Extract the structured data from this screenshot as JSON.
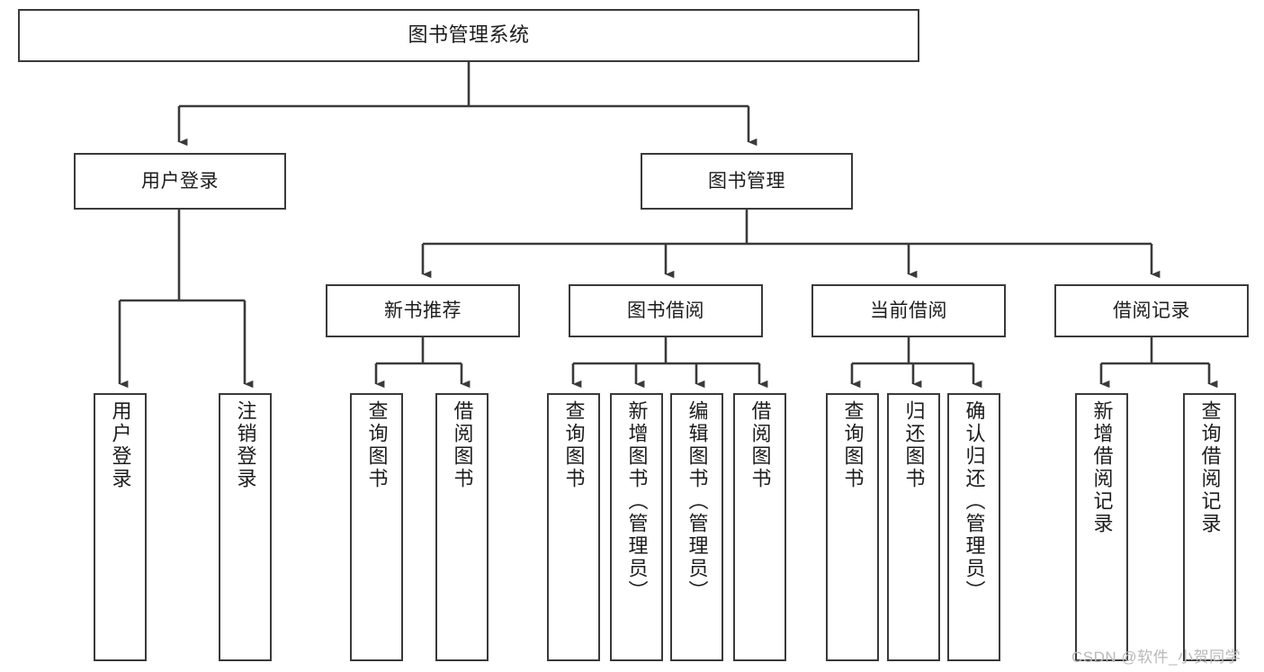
{
  "diagram": {
    "type": "tree-structure-chart",
    "title": "图书管理系统",
    "stroke_color": "#3a3a3a",
    "background_color": "#ffffff",
    "text_color": "#1d1d1d",
    "nodes": {
      "root": {
        "label": "图书管理系统"
      },
      "level2": [
        {
          "id": "user-login",
          "label": "用户登录"
        },
        {
          "id": "book-manage",
          "label": "图书管理"
        }
      ],
      "level3": [
        {
          "id": "new-book-recommend",
          "label": "新书推荐"
        },
        {
          "id": "book-borrow",
          "label": "图书借阅"
        },
        {
          "id": "current-borrow",
          "label": "当前借阅"
        },
        {
          "id": "borrow-record",
          "label": "借阅记录"
        }
      ],
      "leaves": {
        "user_login": [
          {
            "id": "leaf-user-login",
            "label": "用户登录"
          },
          {
            "id": "leaf-logout-login",
            "label": "注销登录"
          }
        ],
        "new_book_recommend": [
          {
            "id": "leaf-query-book-1",
            "label": "查询图书"
          },
          {
            "id": "leaf-borrow-book-1",
            "label": "借阅图书"
          }
        ],
        "book_borrow": [
          {
            "id": "leaf-query-book-2",
            "label": "查询图书"
          },
          {
            "id": "leaf-add-book",
            "label": "新增图书（管理员）"
          },
          {
            "id": "leaf-edit-book",
            "label": "编辑图书（管理员）"
          },
          {
            "id": "leaf-borrow-book-2",
            "label": "借阅图书"
          }
        ],
        "current_borrow": [
          {
            "id": "leaf-query-book-3",
            "label": "查询图书"
          },
          {
            "id": "leaf-return-book",
            "label": "归还图书"
          },
          {
            "id": "leaf-confirm-return",
            "label": "确认归还（管理员）"
          }
        ],
        "borrow_record": [
          {
            "id": "leaf-add-record",
            "label": "新增借阅记录"
          },
          {
            "id": "leaf-query-record",
            "label": "查询借阅记录"
          }
        ]
      }
    },
    "watermark": "CSDN @软件_小贺同学"
  }
}
